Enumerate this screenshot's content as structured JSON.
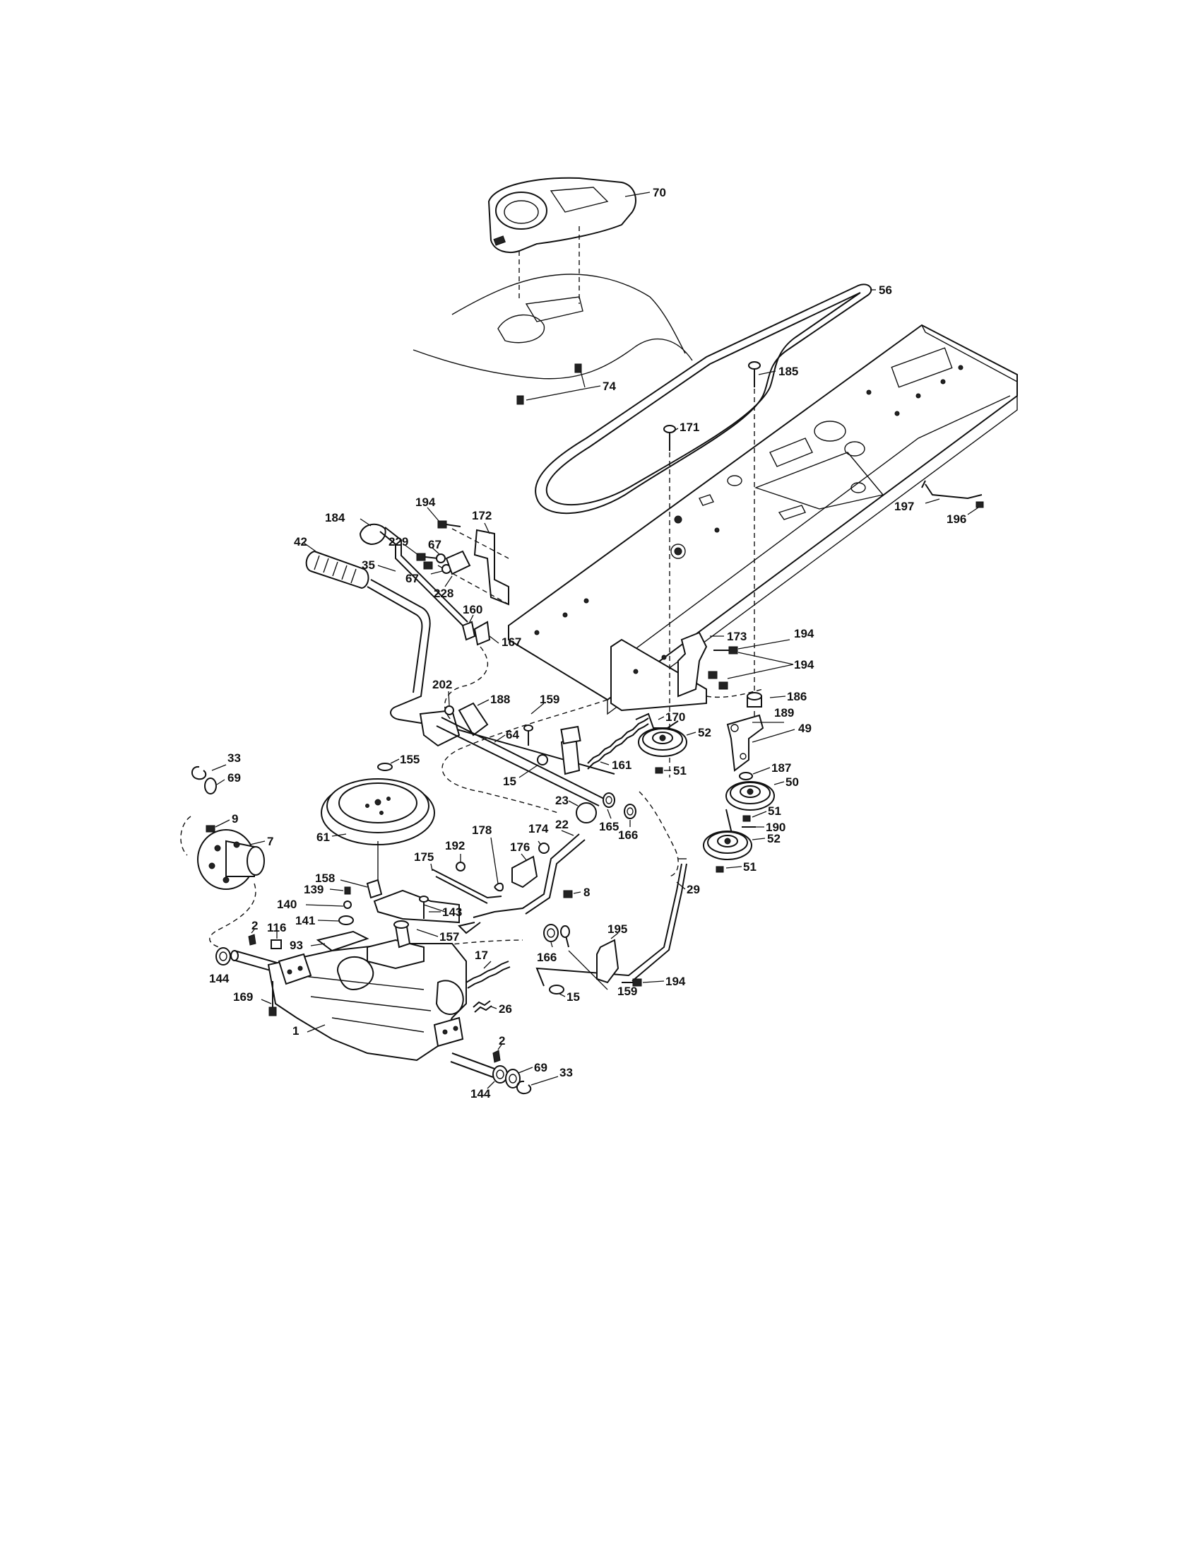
{
  "diagram": {
    "callouts": {
      "p70": "70",
      "p56": "56",
      "p74": "74",
      "p185": "185",
      "p171": "171",
      "p197": "197",
      "p196": "196",
      "p184": "184",
      "p194a": "194",
      "p172": "172",
      "p229": "229",
      "p67a": "67",
      "p67b": "67",
      "p35": "35",
      "p228": "228",
      "p42": "42",
      "p160": "160",
      "p167": "167",
      "p173": "173",
      "p194b": "194",
      "p194c": "194",
      "p186": "186",
      "p202": "202",
      "p188": "188",
      "p159a": "159",
      "p64": "64",
      "p170": "170",
      "p189": "189",
      "p49": "49",
      "p161": "161",
      "p52a": "52",
      "p187": "187",
      "p15a": "15",
      "p51a": "51",
      "p50": "50",
      "p33a": "33",
      "p69a": "69",
      "p155": "155",
      "p23": "23",
      "p165": "165",
      "p166a": "166",
      "p51b": "51",
      "p190": "190",
      "p9": "9",
      "p7": "7",
      "p61": "61",
      "p178": "178",
      "p22": "22",
      "p174": "174",
      "p176": "176",
      "p192": "192",
      "p52b": "52",
      "p51c": "51",
      "p175": "175",
      "p158": "158",
      "p8": "8",
      "p29": "29",
      "p139": "139",
      "p140": "140",
      "p143": "143",
      "p141": "141",
      "p2a": "2",
      "p116": "116",
      "p157": "157",
      "p166b": "166",
      "p195": "195",
      "p144a": "144",
      "p93": "93",
      "p17": "17",
      "p194d": "194",
      "p159b": "159",
      "p15b": "15",
      "p169": "169",
      "p26": "26",
      "p1": "1",
      "p2b": "2",
      "p69b": "69",
      "p33b": "33",
      "p144b": "144"
    }
  }
}
